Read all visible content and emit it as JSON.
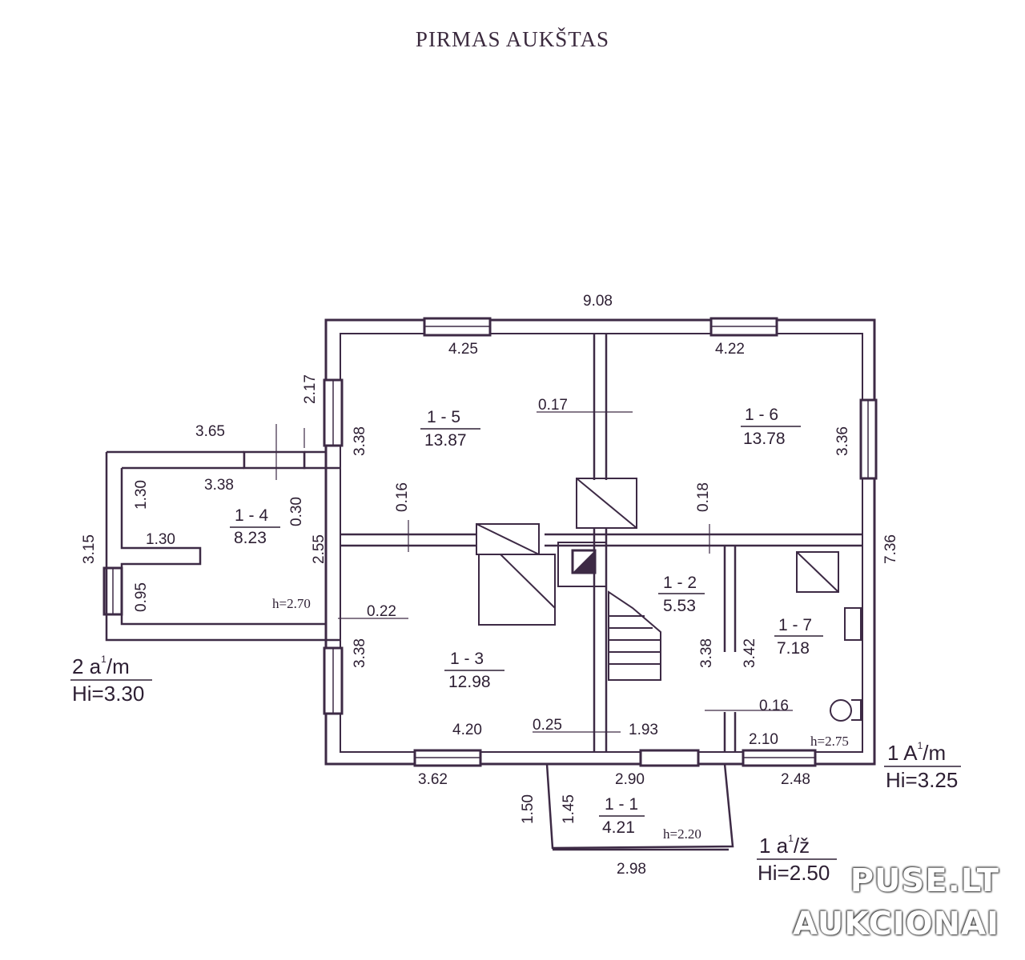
{
  "title": "PIRMAS  AUKŠTAS",
  "rooms": [
    {
      "id": "1 - 5",
      "area": "13.87"
    },
    {
      "id": "1 - 6",
      "area": "13.78"
    },
    {
      "id": "1 - 4",
      "area": "8.23"
    },
    {
      "id": "1 - 3",
      "area": "12.98"
    },
    {
      "id": "1 - 2",
      "area": "5.53"
    },
    {
      "id": "1 - 7",
      "area": "7.18"
    },
    {
      "id": "1 - 1",
      "area": "4.21"
    }
  ],
  "dimensions": {
    "overall_width": "9.08",
    "room5_width": "4.25",
    "room6_width": "4.22",
    "room4_width": "3.65",
    "room4_inner": "3.38",
    "partition_017": "0.17",
    "height_217": "2.17",
    "room5_depth": "3.38",
    "room6_depth": "3.36",
    "overall_depth": "7.36",
    "ext_130_v": "1.30",
    "ext_130_h": "1.30",
    "ext_030": "0.30",
    "ext_315": "3.15",
    "ext_095": "0.95",
    "ext_255": "2.55",
    "wall_016_a": "0.16",
    "wall_018": "0.18",
    "wall_022": "0.22",
    "h_270": "h=2.70",
    "room3_depth": "3.38",
    "room2_depth": "3.38",
    "room7_depth": "3.42",
    "wall_016_b": "0.16",
    "room3_width": "4.20",
    "wall_025": "0.25",
    "room2_width": "1.93",
    "room7_width": "2.10",
    "h_275": "h=2.75",
    "bottom_362": "3.62",
    "bottom_290": "2.90",
    "bottom_248": "2.48",
    "porch_150": "1.50",
    "porch_145": "1.45",
    "porch_298": "2.98",
    "h_220": "h=2.20"
  },
  "annotations": {
    "a2_label": "2 a",
    "a2_sup": "1",
    "a2_suffix": "/m",
    "a2_height": "Hi=3.30",
    "a1_label": "1 A",
    "a1_sup": "1",
    "a1_suffix": "/m",
    "a1_height": "Hi=3.25",
    "a1z_label": "1 a",
    "a1z_sup": "1",
    "a1z_suffix": "/ž",
    "a1z_height": "Hi=2.50"
  },
  "watermark": {
    "line1": "PUSE.LT",
    "line2": "AUKCIONAI"
  },
  "colors": {
    "wall": "#3d2a45",
    "text": "#2d1f33"
  }
}
